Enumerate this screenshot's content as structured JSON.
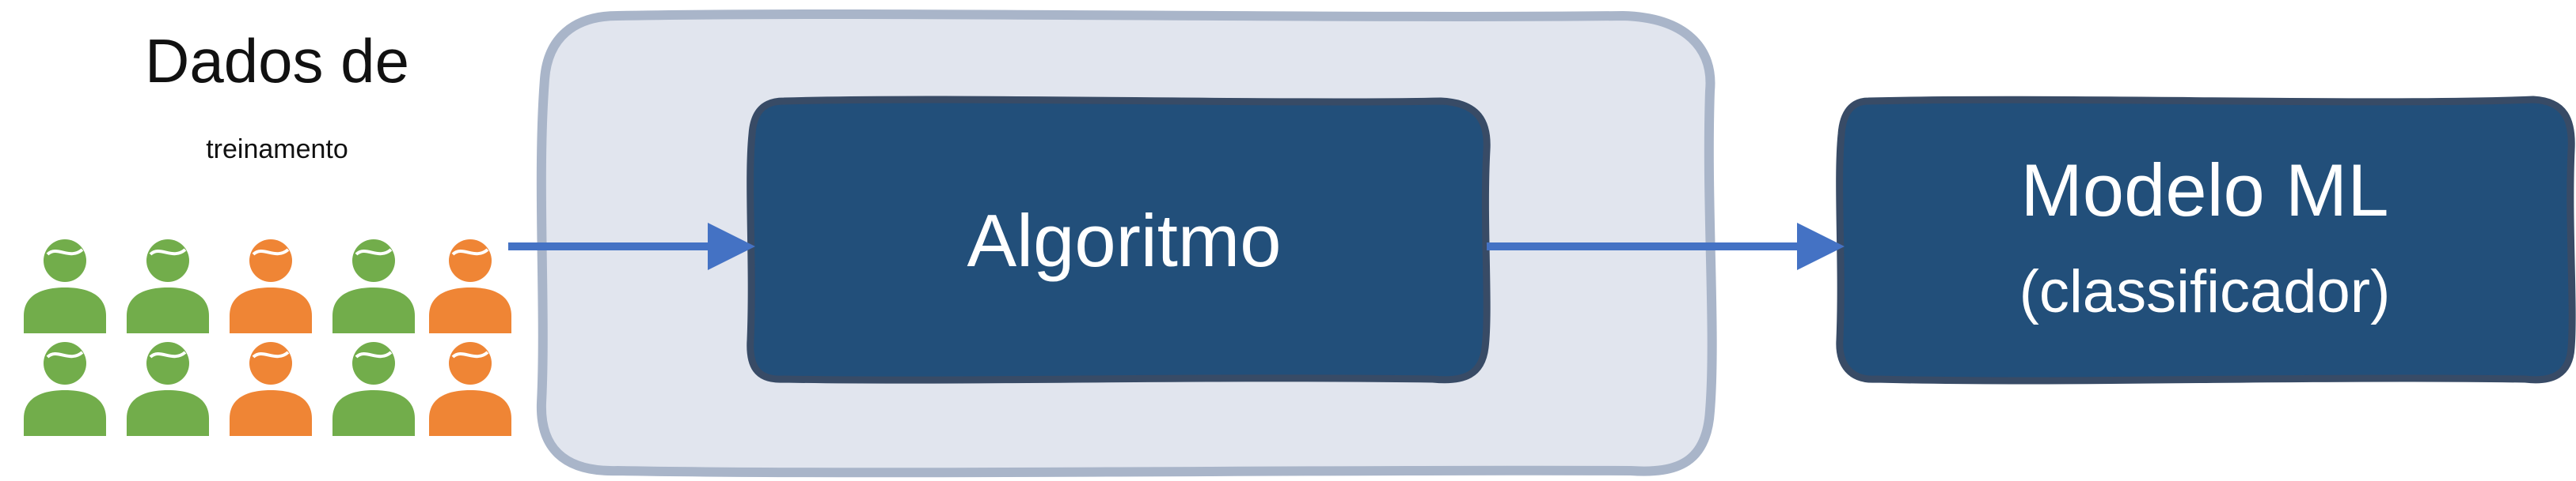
{
  "diagram": {
    "training_data": {
      "title_line1": "Dados de",
      "title_line2": "treinamento",
      "people_colors": {
        "positive": "#72ad4b",
        "negative": "#ef8535"
      },
      "rows": [
        [
          "positive",
          "positive",
          "negative",
          "positive",
          "negative"
        ],
        [
          "positive",
          "positive",
          "negative",
          "positive",
          "negative"
        ]
      ]
    },
    "algorithm": {
      "label": "Algoritmo",
      "container_color": "#e1e5ee",
      "container_border": "#a9b5c9"
    },
    "model": {
      "label_line1": "Modelo ML",
      "label_line2": "(classificador)"
    },
    "colors": {
      "box_fill": "#224f7a",
      "box_border": "#384b66",
      "arrow": "#4472c4"
    }
  }
}
